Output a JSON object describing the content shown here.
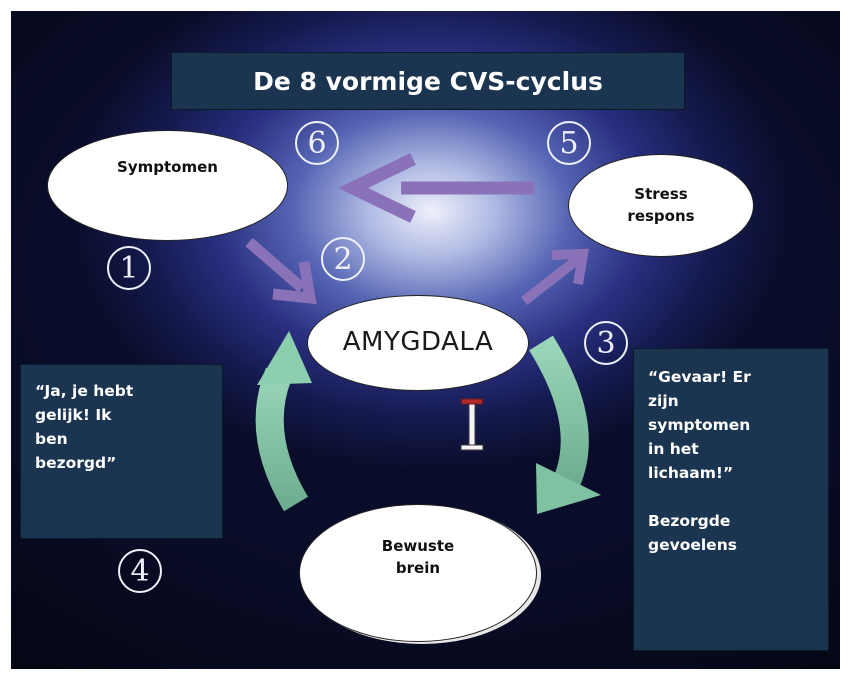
{
  "title": "De 8 vormige CVS-cyclus",
  "nodes": {
    "symptomen": "Symptomen",
    "stress_line1": "Stress",
    "stress_line2": "respons",
    "amygdala": "AMYGDALA",
    "bewuste_line1": "Bewuste",
    "bewuste_line2": "brein"
  },
  "boxes": {
    "left": [
      "“Ja, je hebt",
      "gelijk! Ik",
      "ben",
      "bezorgd”"
    ],
    "right": [
      "“Gevaar! Er",
      "zijn",
      "symptomen",
      "in het",
      "lichaam!”"
    ],
    "right_extra": [
      "Bezorgde",
      "gevoelens"
    ]
  },
  "steps": [
    "1",
    "2",
    "3",
    "4",
    "5",
    "6"
  ],
  "colors": {
    "title_box": "#1b3550",
    "text_box": "#1b3550",
    "purple_arrow": "#8a72b8",
    "green_arrow": "#84c6a6",
    "bubble": "#ffffff"
  }
}
